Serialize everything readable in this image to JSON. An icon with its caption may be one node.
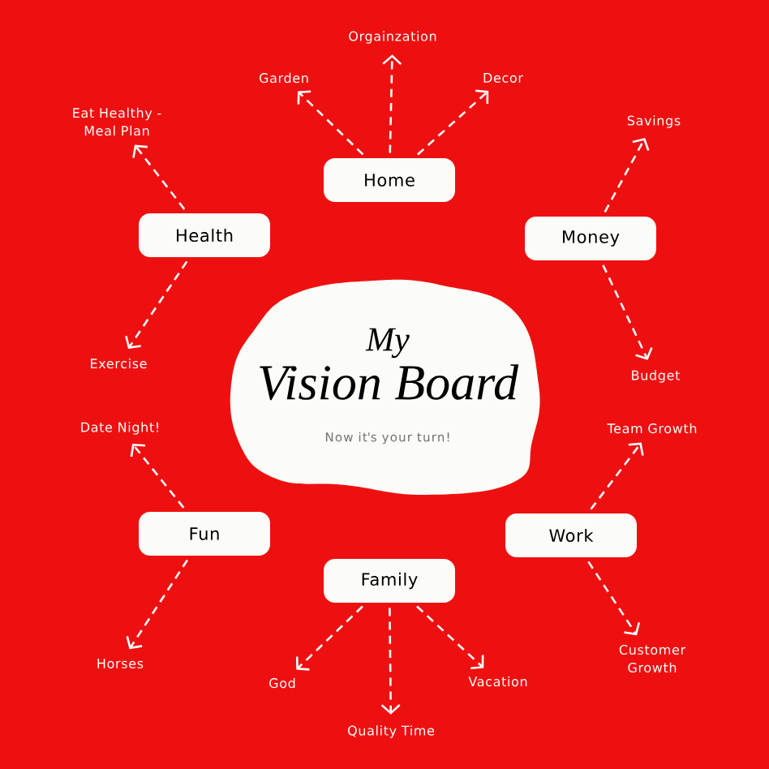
{
  "diagram": {
    "nodes": [
      {
        "text": [
          "My",
          "Vision Board",
          "Now it's your turn!"
        ]
      },
      {
        "text": [
          "Home"
        ]
      },
      {
        "text": [
          "Garden"
        ]
      },
      {
        "text": [
          "Orgainzation"
        ]
      },
      {
        "text": [
          "Decor"
        ]
      },
      {
        "text": [
          "Health"
        ]
      },
      {
        "text": [
          "Eat Healthy - Meal Plan"
        ]
      },
      {
        "text": [
          "Exercise"
        ]
      },
      {
        "text": [
          "Money"
        ]
      },
      {
        "text": [
          "Savings"
        ]
      },
      {
        "text": [
          "Budget"
        ]
      },
      {
        "text": [
          "Fun"
        ]
      },
      {
        "text": [
          "Date Night!"
        ]
      },
      {
        "text": [
          "Horses"
        ]
      },
      {
        "text": [
          "Work"
        ]
      },
      {
        "text": [
          "Team Growth"
        ]
      },
      {
        "text": [
          "Customer Growth"
        ]
      },
      {
        "text": [
          "Family"
        ]
      },
      {
        "text": [
          "God"
        ]
      },
      {
        "text": [
          "Quality Time"
        ]
      },
      {
        "text": [
          "Vacation"
        ]
      }
    ],
    "edges": [
      {
        "from": 1,
        "to": 2,
        "arrow": "to",
        "style": "dashed"
      },
      {
        "from": 1,
        "to": 3,
        "arrow": "to",
        "style": "dashed"
      },
      {
        "from": 1,
        "to": 4,
        "arrow": "to",
        "style": "dashed"
      },
      {
        "from": 5,
        "to": 6,
        "arrow": "to",
        "style": "dashed"
      },
      {
        "from": 5,
        "to": 7,
        "arrow": "to",
        "style": "dashed"
      },
      {
        "from": 8,
        "to": 9,
        "arrow": "to",
        "style": "dashed"
      },
      {
        "from": 8,
        "to": 10,
        "arrow": "to",
        "style": "dashed"
      },
      {
        "from": 11,
        "to": 12,
        "arrow": "to",
        "style": "dashed"
      },
      {
        "from": 11,
        "to": 13,
        "arrow": "to",
        "style": "dashed"
      },
      {
        "from": 14,
        "to": 15,
        "arrow": "to",
        "style": "dashed"
      },
      {
        "from": 14,
        "to": 16,
        "arrow": "to",
        "style": "dashed"
      },
      {
        "from": 17,
        "to": 18,
        "arrow": "to",
        "style": "dashed"
      },
      {
        "from": 17,
        "to": 19,
        "arrow": "to",
        "style": "dashed"
      },
      {
        "from": 17,
        "to": 20,
        "arrow": "to",
        "style": "dashed"
      }
    ]
  }
}
